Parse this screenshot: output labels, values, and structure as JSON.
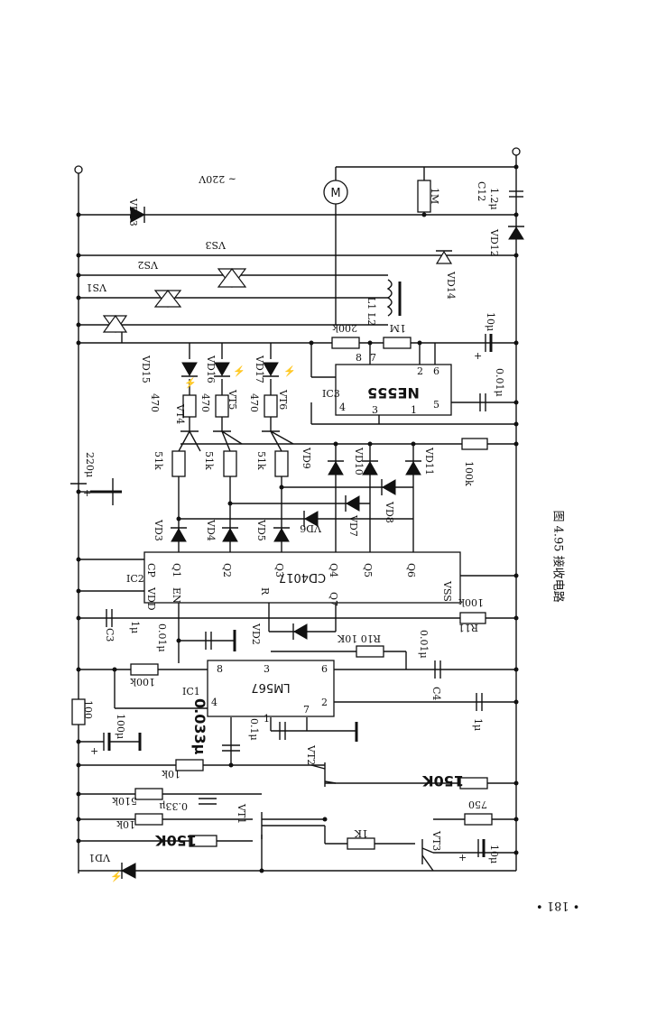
{
  "figure": {
    "caption": "图 4.95  接收电路",
    "page_number": "• 181 •"
  },
  "labels": {
    "mains": "~ 220V",
    "vd13": "VD13",
    "vs1": "VS1",
    "vs2": "VS2",
    "vs3": "VS3",
    "vd14": "VD14",
    "vd12": "VD12",
    "c12": "C12",
    "c12_val": "1.2μ",
    "r_1m_top": "1M",
    "motor": "M",
    "l1l2": "L1 L2",
    "r_200k": "200k",
    "r_1m": "1M",
    "c_10u": "10μ",
    "ne555": "NE555",
    "ic3": "IC3",
    "c_001u": "0.01μ",
    "vd15": "VD15",
    "vd16": "VD16",
    "vd17": "VD17",
    "r470_1": "470",
    "r470_2": "470",
    "r470_3": "470",
    "vt4": "VT4",
    "vt5": "VT5",
    "vt6": "VT6",
    "r51k_1": "51k",
    "r51k_2": "51k",
    "r51k_3": "51k",
    "c_220u": "220μ",
    "vd9": "VD9",
    "vd10": "VD10",
    "vd11": "VD11",
    "vd7": "VD7",
    "vd8": "VD8",
    "vd6": "VD6",
    "r_100k_555": "100k",
    "vd3": "VD3",
    "vd4": "VD4",
    "vd5": "VD5",
    "ic2": "IC2",
    "cd4017": "CD4017",
    "cp": "CP",
    "vdd": "VDD",
    "en": "EN",
    "r_pin": "R",
    "q1": "Q1",
    "q2": "Q2",
    "q3": "Q3",
    "q4": "Q4",
    "q5": "Q5",
    "q6": "Q6",
    "q7": "Q7",
    "vss": "VSS",
    "r11": "R11",
    "r11_val": "100k",
    "c3": "C3",
    "c3_val": "1μ",
    "c_001u_b": "0.01μ",
    "vd2": "VD2",
    "r10": "R10 10K",
    "c_001u_c": "0.01μ",
    "ic1": "IC1",
    "lm567": "LM567",
    "r_100k_b": "100k",
    "c4": "C4",
    "c_1u": "1μ",
    "r_100": "100",
    "c_100u": "100μ",
    "c_0033u": "0.033μ",
    "c_01u": "0.1μ",
    "vt2": "VT2",
    "r_10k_a": "10k",
    "r_150k_a": "150K",
    "r_510k": "510k",
    "c_033u": "0.33μ",
    "vt1": "VT1",
    "r_750": "750",
    "r_10k_b": "10k",
    "r_150k_b": "150K",
    "r_1k": "1K",
    "vt3": "VT3",
    "c_10u_b": "10μ",
    "vd1": "VD1",
    "pin8a": "8",
    "pin7": "7",
    "pin2": "2",
    "pin6": "6",
    "pin4": "4",
    "pin3": "3",
    "pin1": "1",
    "pin5": "5",
    "pin8b": "8",
    "pin3b": "3",
    "pin6b": "6",
    "pin4b": "4",
    "pin2b": "2",
    "pin1b": "1",
    "pin7b": "7"
  }
}
